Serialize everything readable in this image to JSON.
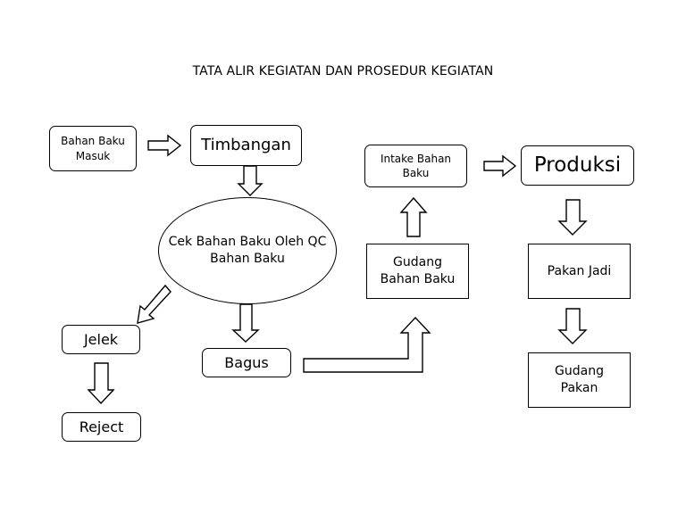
{
  "title": "TATA ALIR KEGIATAN DAN PROSEDUR KEGIATAN",
  "nodes": {
    "bahan_baku_masuk": "Bahan Baku\nMasuk",
    "timbangan": "Timbangan",
    "cek_qc": "Cek Bahan Baku Oleh QC\nBahan Baku",
    "jelek": "Jelek",
    "reject": "Reject",
    "bagus": "Bagus",
    "gudang_bahan_baku": "Gudang\nBahan Baku",
    "intake": "Intake Bahan\nBaku",
    "produksi": "Produksi",
    "pakan_jadi": "Pakan Jadi",
    "gudang_pakan": "Gudang\nPakan"
  }
}
